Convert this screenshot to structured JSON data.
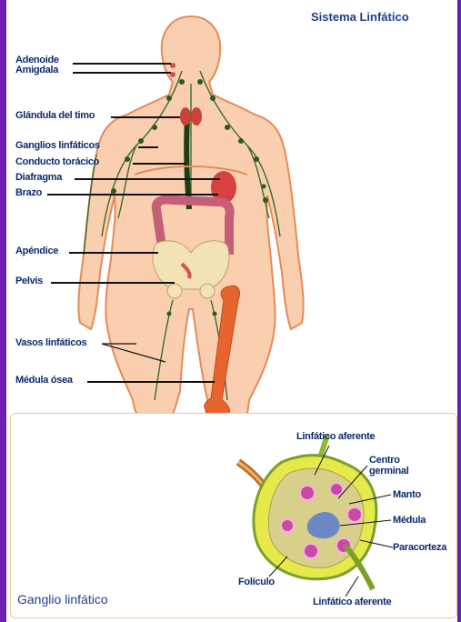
{
  "title": "Sistema Linfático",
  "body_labels": {
    "adenoide": "Adenoide",
    "amigdala": "Amigdala",
    "timo": "Glándula del timo",
    "ganglios": "Ganglios linfáticos",
    "conducto": "Conducto torácico",
    "diafragma": "Diafragma",
    "brazo": "Brazo",
    "apendice": "Apéndice",
    "pelvis": "Pelvis",
    "vasos": "Vasos linfáticos",
    "medula_osea": "Médula ósea"
  },
  "node_panel": {
    "title": "Ganglio linfático",
    "labels": {
      "aferente_top": "Linfático aferente",
      "centro_1": "Centro",
      "centro_2": "germinal",
      "manto": "Manto",
      "medula": "Médula",
      "paracorteza": "Paracorteza",
      "foliculo": "Folículo",
      "aferente_bottom": "Linfático aferente"
    }
  },
  "colors": {
    "frame": "#6a1fb0",
    "skin": "#f7c7a4",
    "skin_outline": "#e58a5a",
    "label_text": "#0d2a6e",
    "title_text": "#1f3f8f"
  }
}
